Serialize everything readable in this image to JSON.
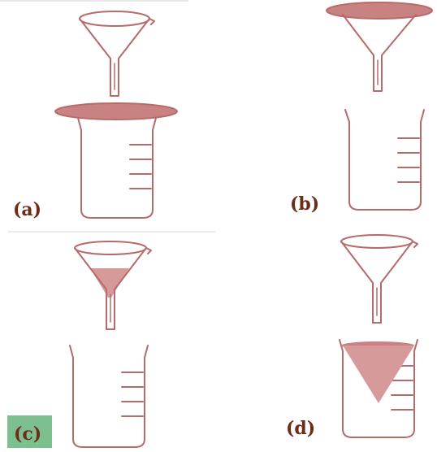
{
  "panels": [
    {
      "id": "a",
      "label": "(a)"
    },
    {
      "id": "b",
      "label": "(b)"
    },
    {
      "id": "c",
      "label": "(c)"
    },
    {
      "id": "d",
      "label": "(d)"
    }
  ],
  "colors": {
    "outline": "#b86a6a",
    "filter_paper": "#c98282",
    "liquid": "#d79a9a",
    "label_text": "#6e2b18",
    "label_badge": "#7cc08f",
    "divider": "#d0d0d0"
  }
}
